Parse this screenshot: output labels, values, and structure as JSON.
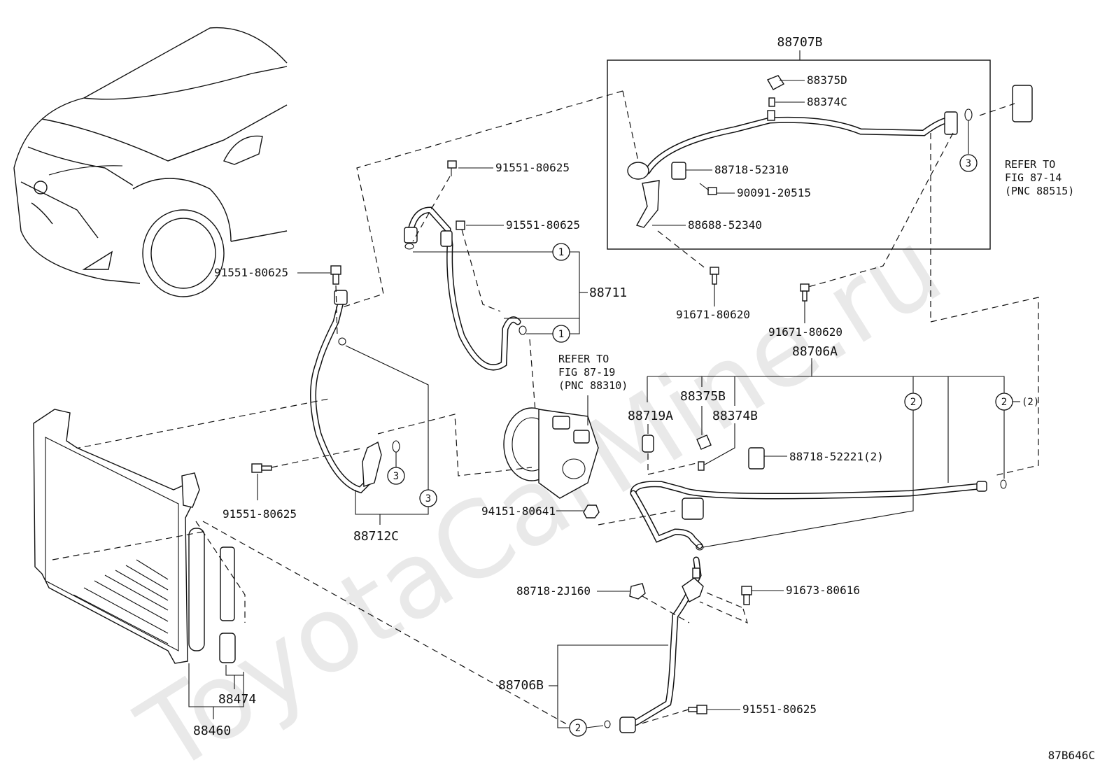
{
  "watermark": "ToyotaCarMine.ru",
  "figure_code": "87B646C",
  "parts": {
    "p88707B": "88707B",
    "p88375D": "88375D",
    "p88374C": "88374C",
    "p88718_52310": "88718-52310",
    "p90091_20515": "90091-20515",
    "p88688_52340": "88688-52340",
    "p91671_80620_a": "91671-80620",
    "p91671_80620_b": "91671-80620",
    "p91551_80625_a": "91551-80625",
    "p91551_80625_b": "91551-80625",
    "p91551_80625_c": "91551-80625",
    "p91551_80625_d": "91551-80625",
    "p91551_80625_e": "91551-80625",
    "p88711": "88711",
    "p88712C": "88712C",
    "p88706A": "88706A",
    "p88375B": "88375B",
    "p88719A": "88719A",
    "p88374B": "88374B",
    "p88718_52221": "88718-52221(2)",
    "p94151_80641": "94151-80641",
    "p88718_2J160": "88718-2J160",
    "p91673_80616": "91673-80616",
    "p88706B": "88706B",
    "p88474": "88474",
    "p88460": "88460"
  },
  "refers": {
    "r1": [
      "REFER TO",
      "FIG 87-19",
      "(PNC 88310)"
    ],
    "r2": [
      "REFER TO",
      "FIG 87-14",
      "(PNC 88515)"
    ]
  },
  "callouts": {
    "c1a": "1",
    "c1b": "1",
    "c2a": "2",
    "c2b": "2",
    "c2c": "2",
    "c2c_qty": "(2)",
    "c3a": "3",
    "c3b": "3",
    "c3c": "3"
  }
}
